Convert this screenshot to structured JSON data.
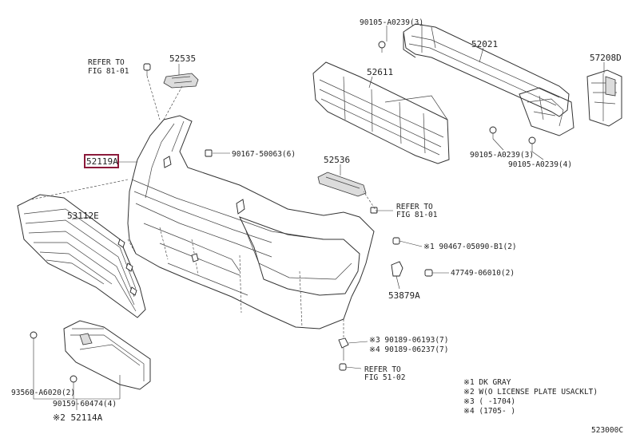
{
  "labels": {
    "p52119a": "52119A",
    "p53112e": "53112E",
    "p52114a": "※2 52114A",
    "p52535": "52535",
    "p52611": "52611",
    "p52021": "52021",
    "p57208d": "57208D",
    "p52536": "52536",
    "p53879a": "53879A",
    "bolt_90105_top": "90105-A0239(3)",
    "bolt_90105_r1": "90105-A0239(3)",
    "bolt_90105_r2": "90105-A0239(4)",
    "clip_90167": "90167-50063(6)",
    "clip_90467": "※1 90467-05090-B1(2)",
    "clip_47749": "47749-06010(2)",
    "clip_90189_a": "※3 90189-06193(7)",
    "clip_90189_b": "※4 90189-06237(7)",
    "screw_93560": "93560-A6020(2)",
    "screw_90159": "90159-60474(4)",
    "refer1_a": "REFER TO",
    "refer1_b": "FIG 81-01",
    "refer2_a": "REFER TO",
    "refer2_b": "FIG 81-01",
    "refer3_a": "REFER TO",
    "refer3_b": "FIG 51-02"
  },
  "legend": [
    "※1 DK GRAY",
    "※2 W(O LICENSE PLATE USACKLT)",
    "※3 (    -1704)",
    "※4 (1705-    )"
  ],
  "diagram_code": "523000C",
  "colors": {
    "highlight_box": "#8b1a3a",
    "line": "#333333"
  }
}
